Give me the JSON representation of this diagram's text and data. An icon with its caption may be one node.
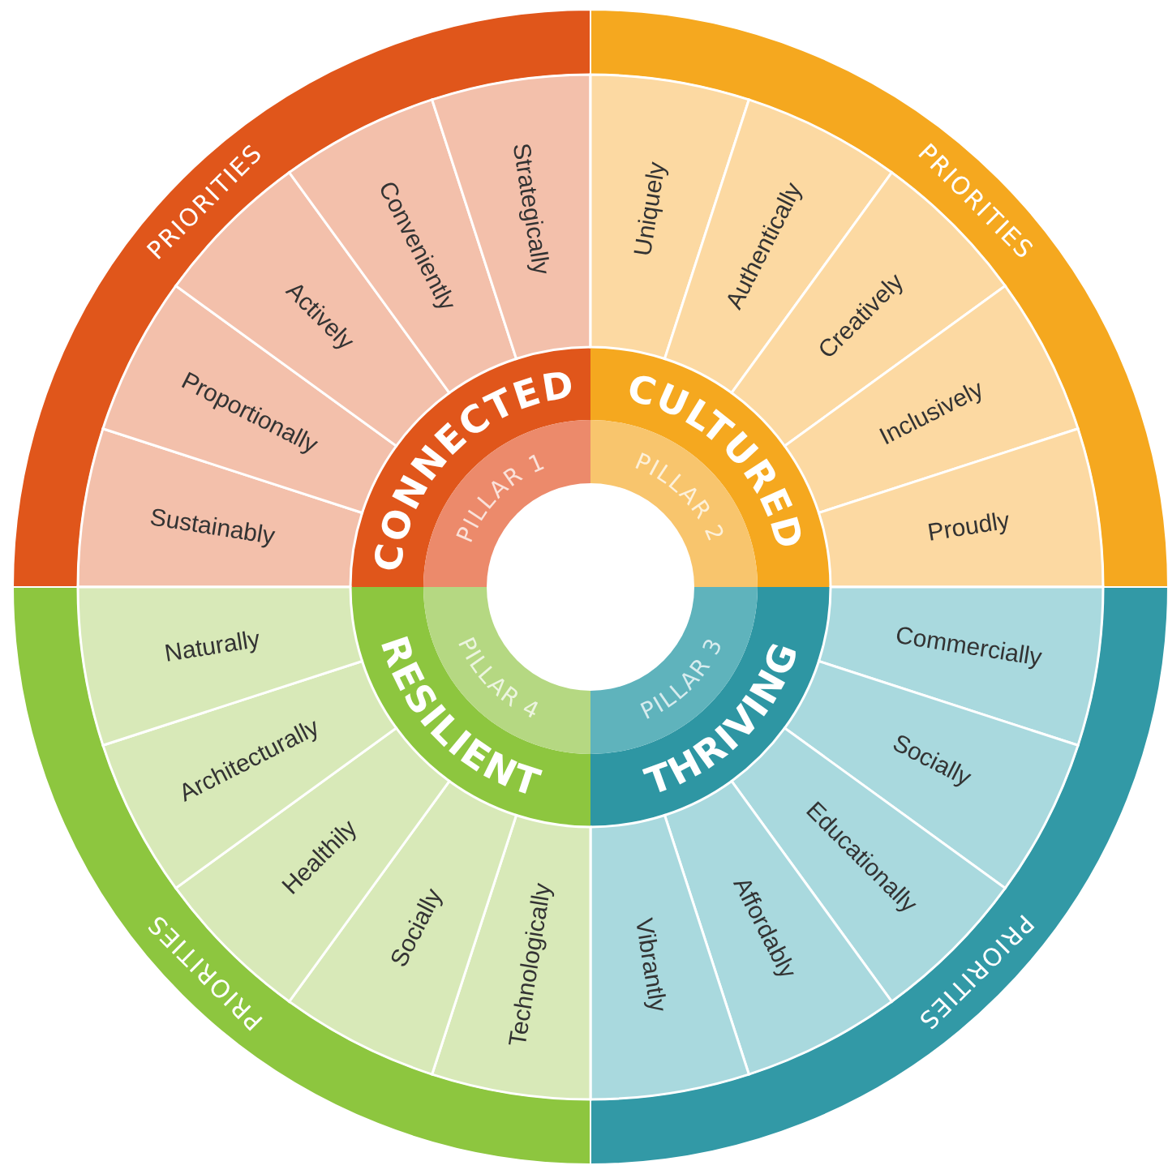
{
  "diagram": {
    "nodes": [
      {
        "text": [
          "PRIORITIES"
        ]
      },
      {
        "text": [
          "CONNECTED",
          "PILLAR 1"
        ]
      },
      {
        "text": [
          "Sustainably"
        ]
      },
      {
        "text": [
          "Proportionally"
        ]
      },
      {
        "text": [
          "Actively"
        ]
      },
      {
        "text": [
          "Conveniently"
        ]
      },
      {
        "text": [
          "Strategically"
        ]
      },
      {
        "text": [
          "PRIORITIES"
        ]
      },
      {
        "text": [
          "CULTURED",
          "PILLAR 2"
        ]
      },
      {
        "text": [
          "Uniquely"
        ]
      },
      {
        "text": [
          "Authentically"
        ]
      },
      {
        "text": [
          "Creatively"
        ]
      },
      {
        "text": [
          "Inclusively"
        ]
      },
      {
        "text": [
          "Proudly"
        ]
      },
      {
        "text": [
          "PRIORITIES"
        ]
      },
      {
        "text": [
          "THRIVING",
          "PILLAR 3"
        ]
      },
      {
        "text": [
          "Commercially"
        ]
      },
      {
        "text": [
          "Socially"
        ]
      },
      {
        "text": [
          "Educationally"
        ]
      },
      {
        "text": [
          "Affordably"
        ]
      },
      {
        "text": [
          "Vibrantly"
        ]
      },
      {
        "text": [
          "PRIORITIES"
        ]
      },
      {
        "text": [
          "RESILIENT",
          "PILLAR 4"
        ]
      },
      {
        "text": [
          "Technologically"
        ]
      },
      {
        "text": [
          "Socially"
        ]
      },
      {
        "text": [
          "Healthily"
        ]
      },
      {
        "text": [
          "Architecturally"
        ]
      },
      {
        "text": [
          "Naturally"
        ]
      }
    ]
  }
}
